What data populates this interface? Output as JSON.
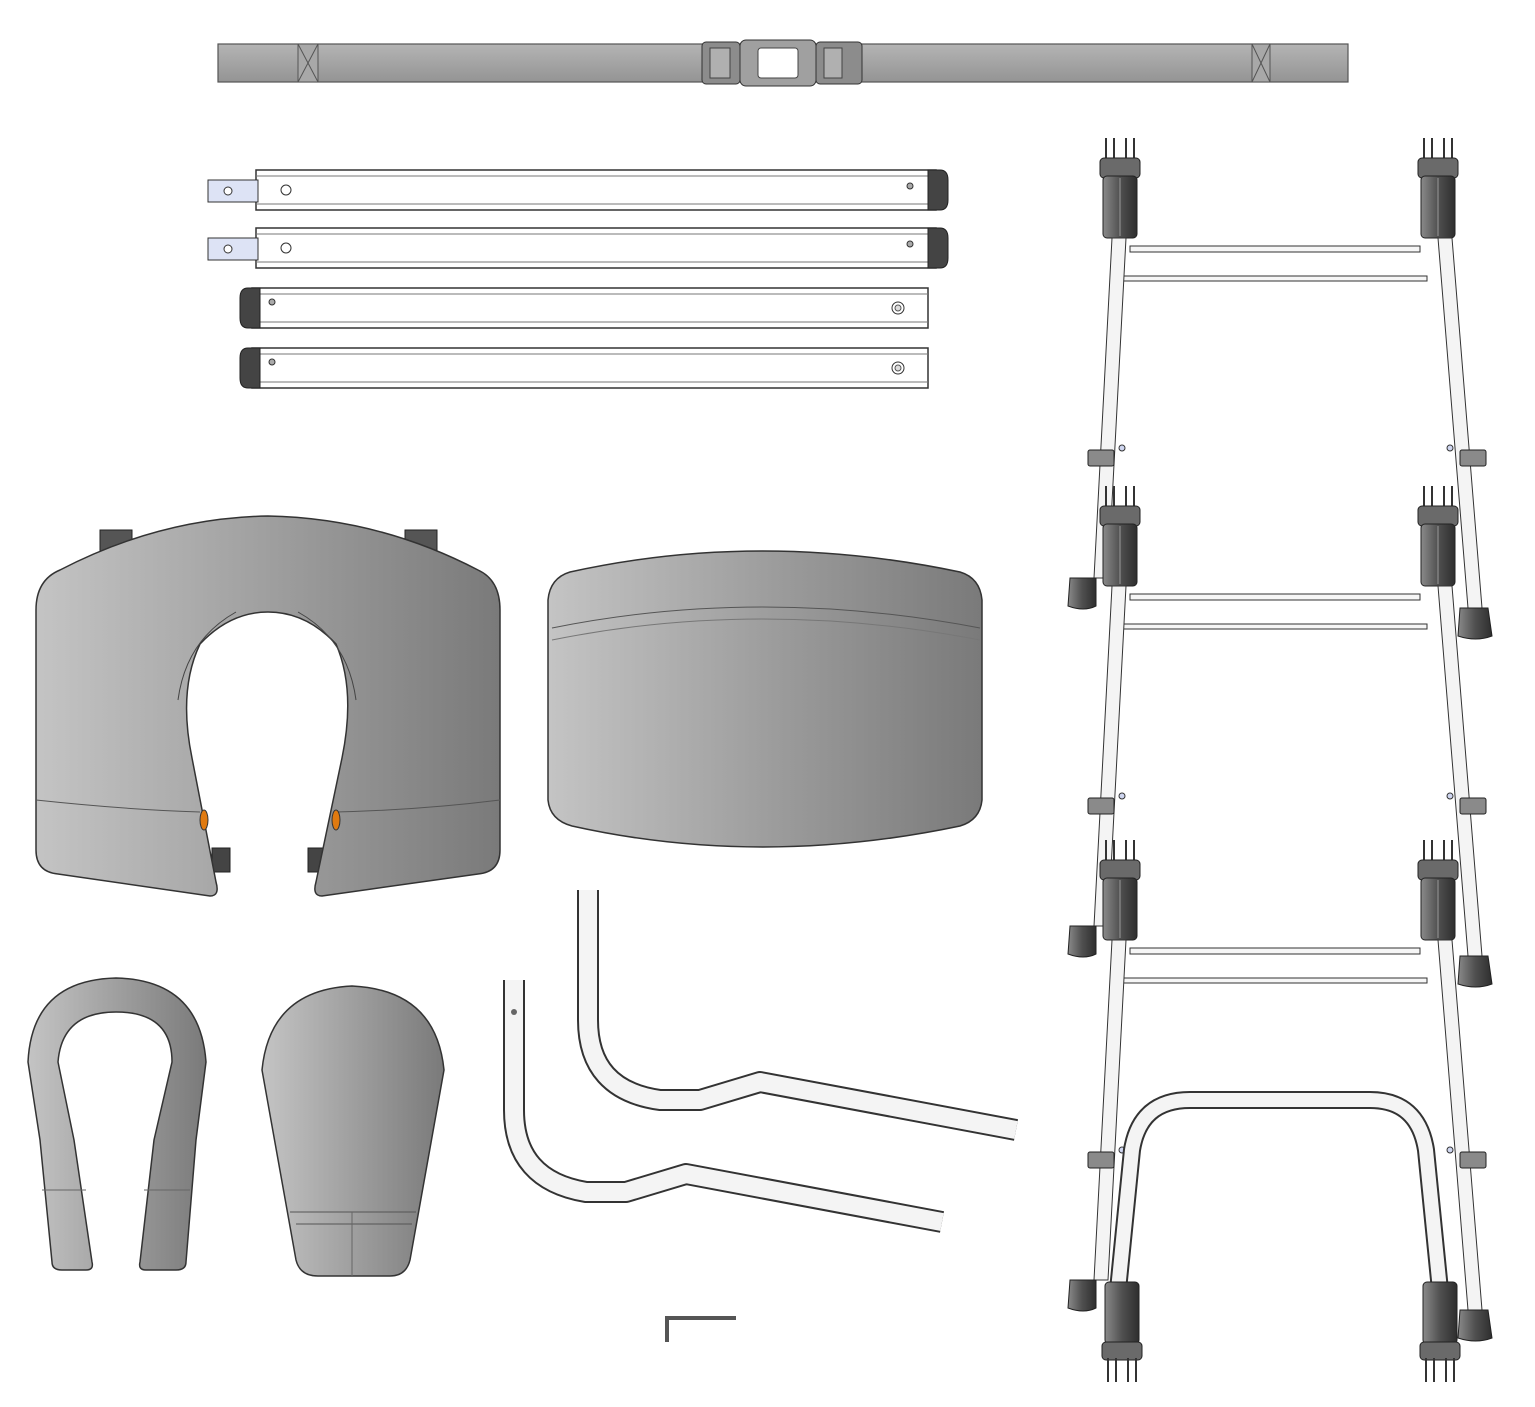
{
  "figure": {
    "type": "exploded parts diagram, no text labels",
    "background": "#ffffff",
    "colors": {
      "upholstery_light": "#c4c4c4",
      "upholstery_dark": "#7a7a7a",
      "strap": "#a2a2a2",
      "metal": "#f4f4f4",
      "metal_edge": "#3a3a3a",
      "rubber": "#505050",
      "accent_orange": "#e07a10",
      "linkage_blue": "#dde3f5"
    }
  },
  "parts": [
    {
      "id": "strap",
      "icon": "strap-with-buckle-icon",
      "count": 1
    },
    {
      "id": "side-rail",
      "icon": "side-rail-bar-icon",
      "count": 4
    },
    {
      "id": "face-cradle-seat",
      "icon": "face-cradle-seat-icon",
      "count": 1
    },
    {
      "id": "chest-pad",
      "icon": "chest-pad-icon",
      "count": 1
    },
    {
      "id": "u-face-pad",
      "icon": "u-face-pad-icon",
      "count": 1
    },
    {
      "id": "knee-pad",
      "icon": "knee-pad-icon",
      "count": 1
    },
    {
      "id": "bent-tube",
      "icon": "bent-tube-icon",
      "count": 2
    },
    {
      "id": "allen-key",
      "icon": "allen-key-icon",
      "count": 1
    },
    {
      "id": "leg-frame",
      "icon": "leg-frame-icon",
      "count": 3
    },
    {
      "id": "u-base-frame",
      "icon": "u-base-frame-icon",
      "count": 1
    }
  ]
}
